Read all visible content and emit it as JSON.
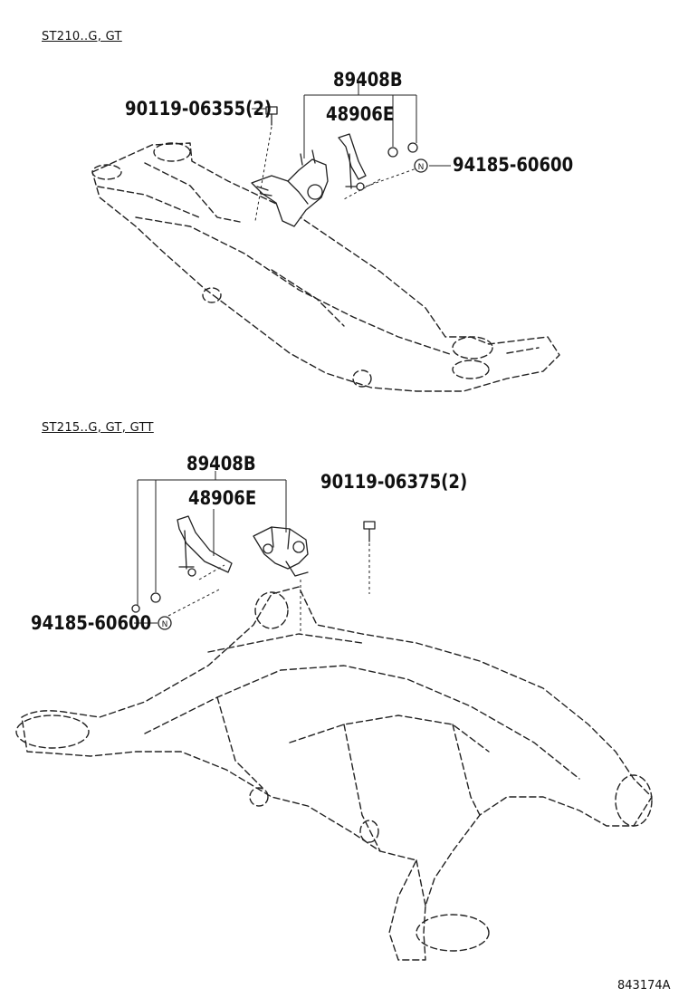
{
  "sections": [
    {
      "title": "ST210..G, GT",
      "labels": {
        "sensor": "89408B",
        "link": "48906E",
        "bolt": "90119-06355(2)",
        "nut": "94185-60600"
      },
      "nut_symbol": "N"
    },
    {
      "title": "ST215..G, GT, GTT",
      "labels": {
        "sensor": "89408B",
        "link": "48906E",
        "bolt": "90119-06375(2)",
        "nut": "94185-60600"
      },
      "nut_symbol": "N"
    }
  ],
  "figure_code": "843174A"
}
